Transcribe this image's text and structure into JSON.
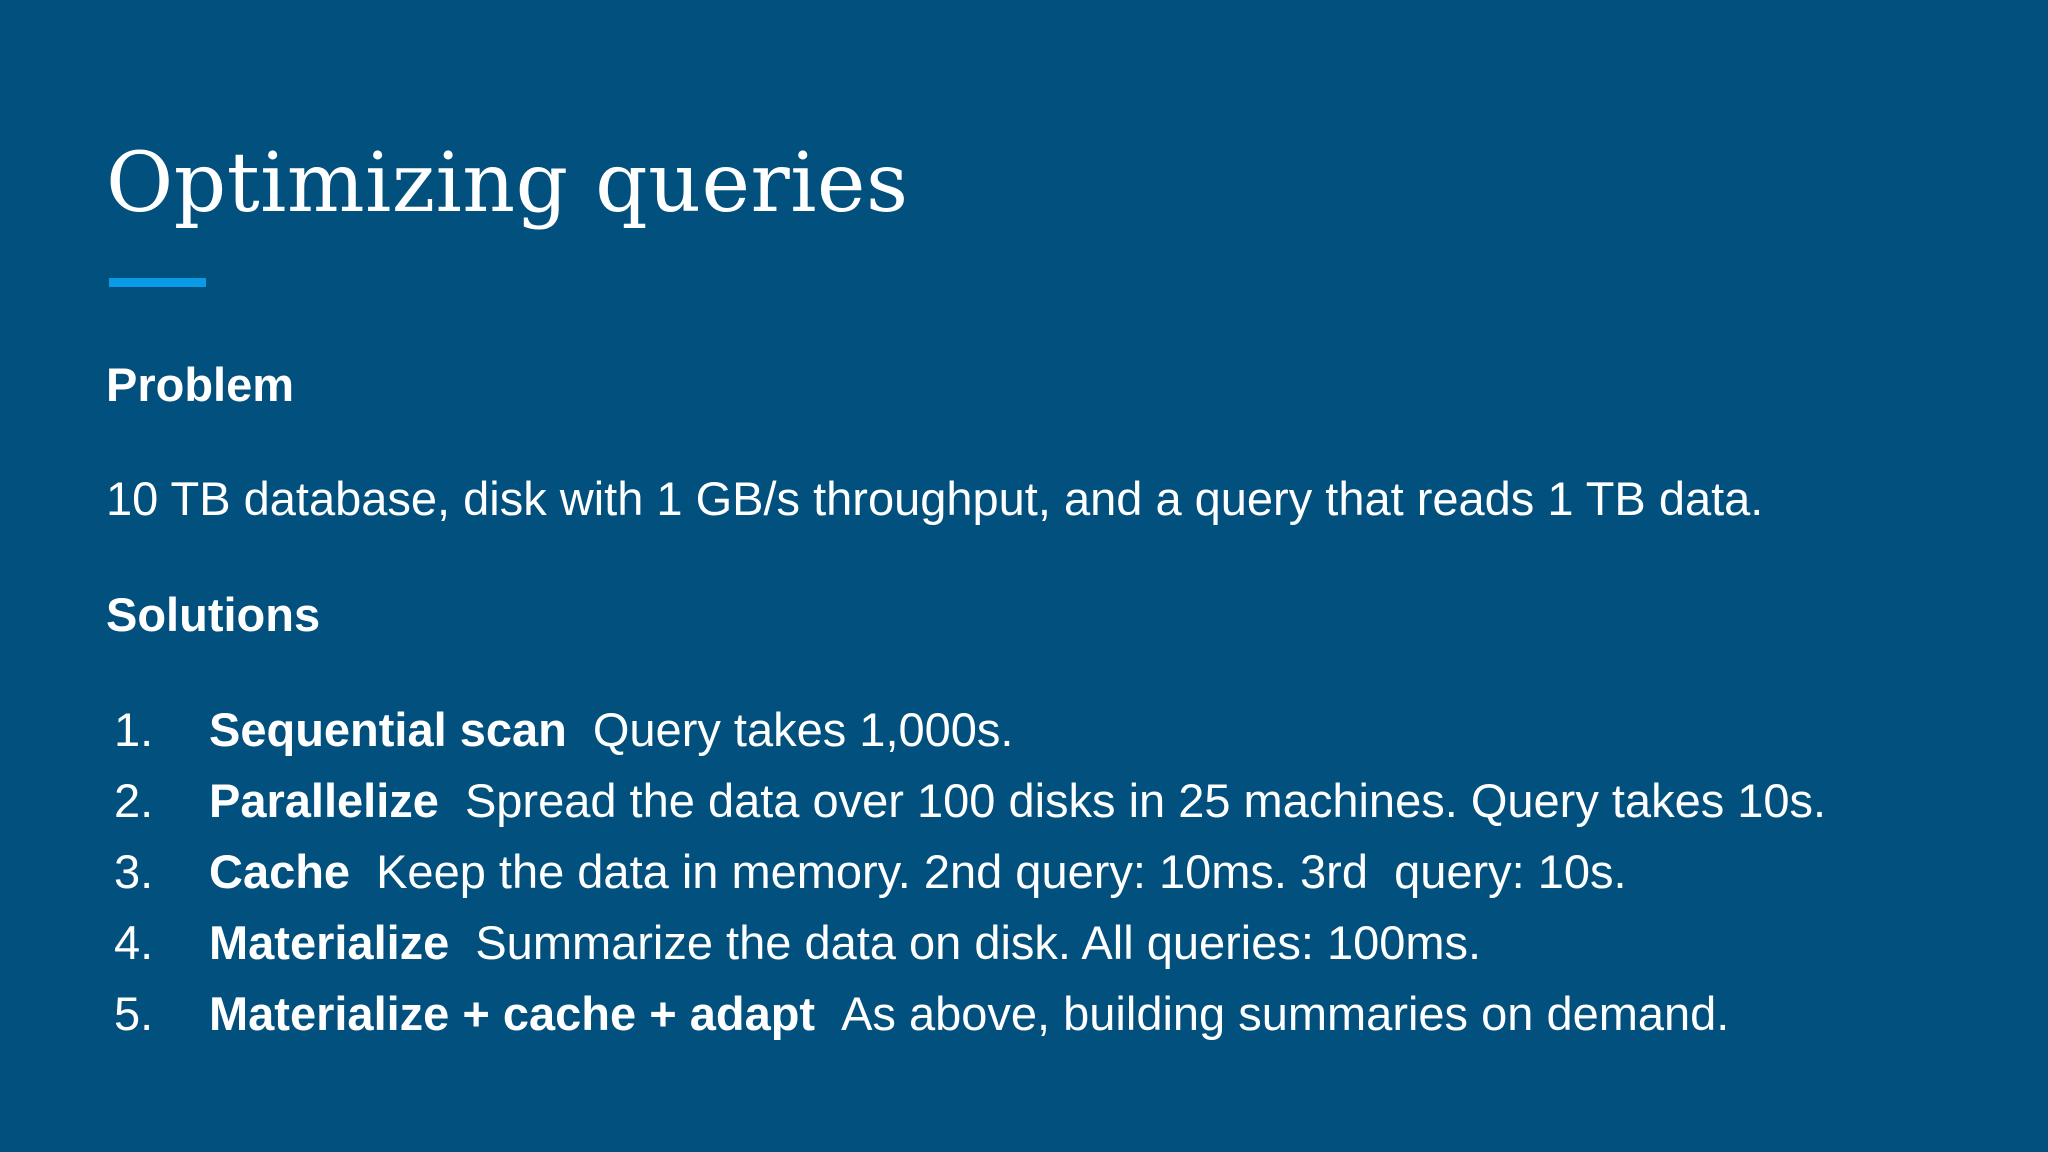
{
  "slide": {
    "title": "Optimizing queries",
    "accent_color": "#0b9ae6",
    "background_color": "#01507d"
  },
  "problem": {
    "heading": "Problem",
    "text": "10 TB database, disk with 1 GB/s throughput, and a query that reads 1 TB data."
  },
  "solutions": {
    "heading": "Solutions",
    "items": [
      {
        "number": "1.",
        "name": "Sequential scan",
        "description": "Query takes 1,000s."
      },
      {
        "number": "2.",
        "name": "Parallelize",
        "description": "Spread the data over 100 disks in 25 machines. Query takes 10s."
      },
      {
        "number": "3.",
        "name": "Cache",
        "description": "Keep the data in memory. 2nd query: 10ms. 3rd  query: 10s."
      },
      {
        "number": "4.",
        "name": "Materialize",
        "description": "Summarize the data on disk. All queries: 100ms."
      },
      {
        "number": "5.",
        "name": "Materialize + cache + adapt",
        "description": "As above, building summaries on demand."
      }
    ]
  }
}
